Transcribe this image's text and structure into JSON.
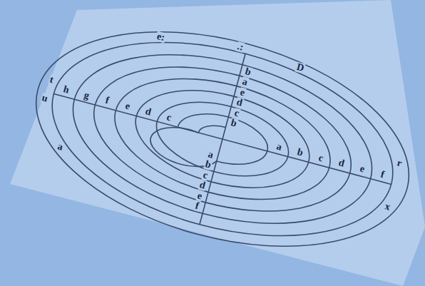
{
  "diagram": {
    "labels": [
      "e:",
      ".:",
      "D",
      "t",
      "u",
      "r",
      "x",
      "a",
      "b",
      "a",
      "e",
      "d",
      "c",
      "b",
      "f",
      "e",
      "d",
      "c",
      "b",
      "a",
      "h",
      "g",
      "f",
      "e",
      "d",
      "c",
      "a",
      "b",
      "c",
      "d",
      "e",
      "f"
    ]
  }
}
